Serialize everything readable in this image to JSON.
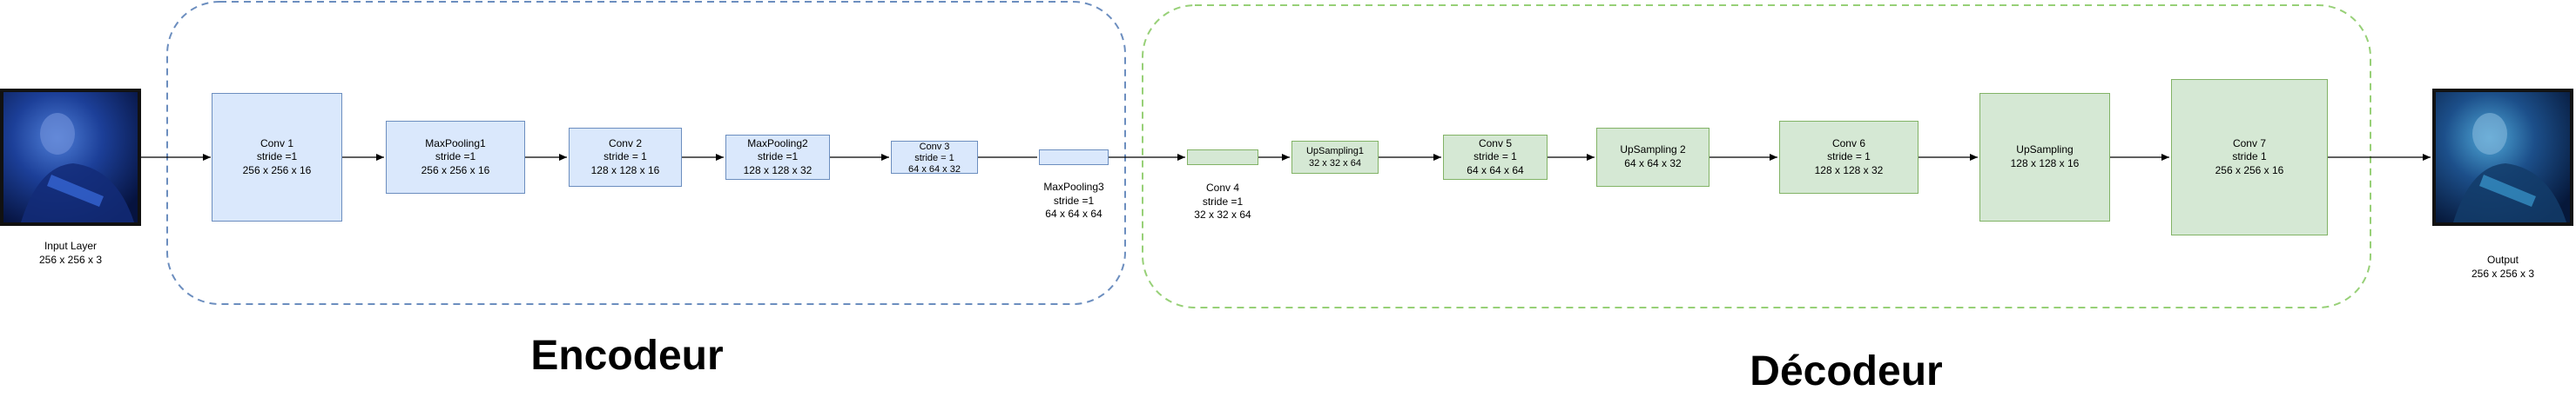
{
  "groups": {
    "encoder_title": "Encodeur",
    "decoder_title": "Décodeur"
  },
  "input": {
    "title": "Input Layer",
    "size": "256 x 256 x 3"
  },
  "output": {
    "title": "Output",
    "size": "256 x 256 x 3"
  },
  "encoder": {
    "conv1": {
      "l1": "Conv 1",
      "l2": "stride =1",
      "l3": "256 x 256 x 16"
    },
    "pool1": {
      "l1": "MaxPooling1",
      "l2": "stride =1",
      "l3": "256 x 256 x 16"
    },
    "conv2": {
      "l1": "Conv 2",
      "l2": "stride = 1",
      "l3": "128 x 128 x 16"
    },
    "pool2": {
      "l1": "MaxPooling2",
      "l2": "stride =1",
      "l3": "128 x 128 x 32"
    },
    "conv3": {
      "l1": "Conv 3",
      "l2": "stride = 1",
      "l3": "64 x 64 x 32"
    },
    "pool3": {
      "l1": "MaxPooling3",
      "l2": "stride =1",
      "l3": "64 x 64 x 64"
    }
  },
  "decoder": {
    "conv4": {
      "l1": "Conv 4",
      "l2": "stride =1",
      "l3": "32 x 32 x 64"
    },
    "up1": {
      "l1": "UpSampling1",
      "l2": "32 x 32 x 64"
    },
    "conv5": {
      "l1": "Conv 5",
      "l2": "stride = 1",
      "l3": "64 x 64 x 64"
    },
    "up2": {
      "l1": "UpSampling 2",
      "l2": "64 x 64 x 32"
    },
    "conv6": {
      "l1": "Conv 6",
      "l2": "stride = 1",
      "l3": "128 x 128 x 32"
    },
    "up3": {
      "l1": "UpSampling",
      "l2": "128 x 128 x 16"
    },
    "conv7": {
      "l1": "Conv 7",
      "l2": "stride 1",
      "l3": "256 x 256 x 16"
    }
  },
  "colors": {
    "encoder_fill": "#dae8fc",
    "encoder_border": "#6c8ebf",
    "decoder_fill": "#d5e8d4",
    "decoder_border": "#82b366"
  }
}
